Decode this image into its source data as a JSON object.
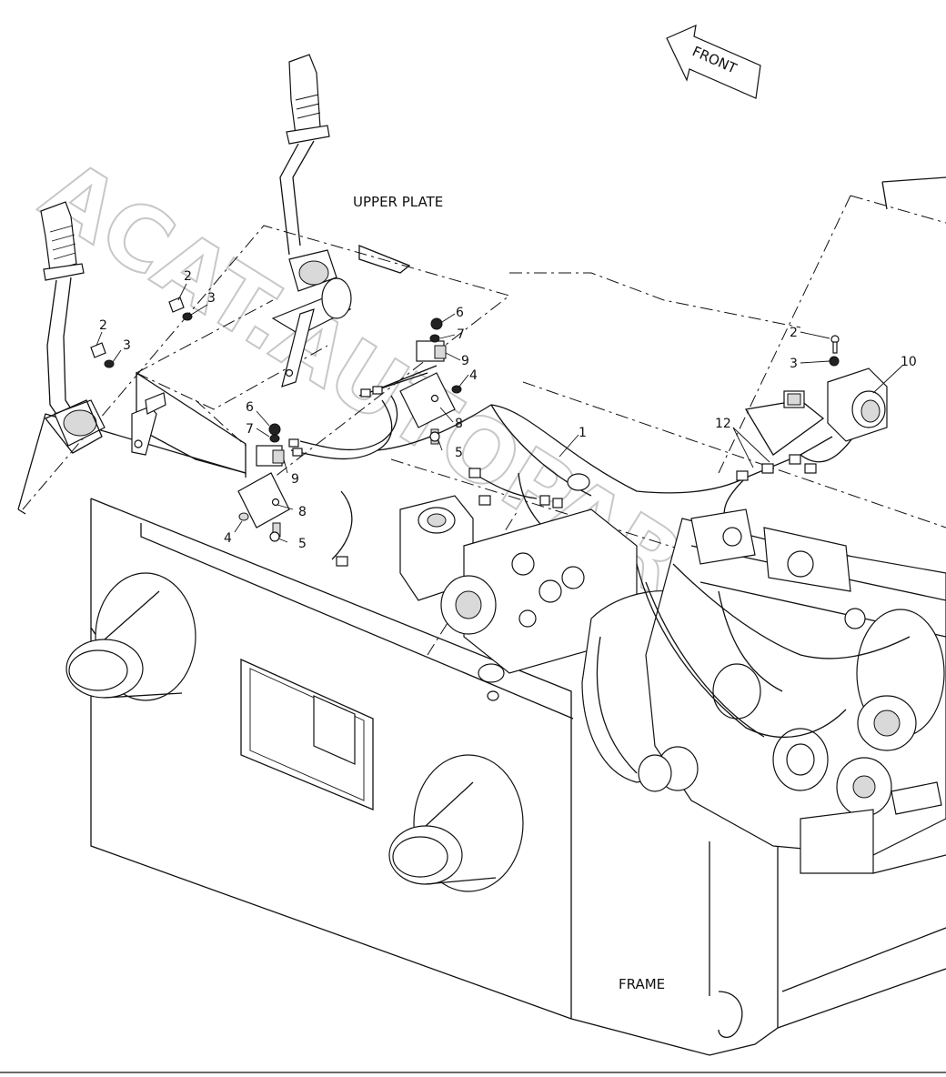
{
  "diagram": {
    "labels": {
      "upper_plate": "UPPER PLATE",
      "frame": "FRAME",
      "front": "FRONT"
    },
    "watermark": "ACAT.AUTOPARTS",
    "callouts": [
      "1",
      "2",
      "3",
      "4",
      "5",
      "6",
      "7",
      "8",
      "9",
      "10",
      "12"
    ]
  }
}
